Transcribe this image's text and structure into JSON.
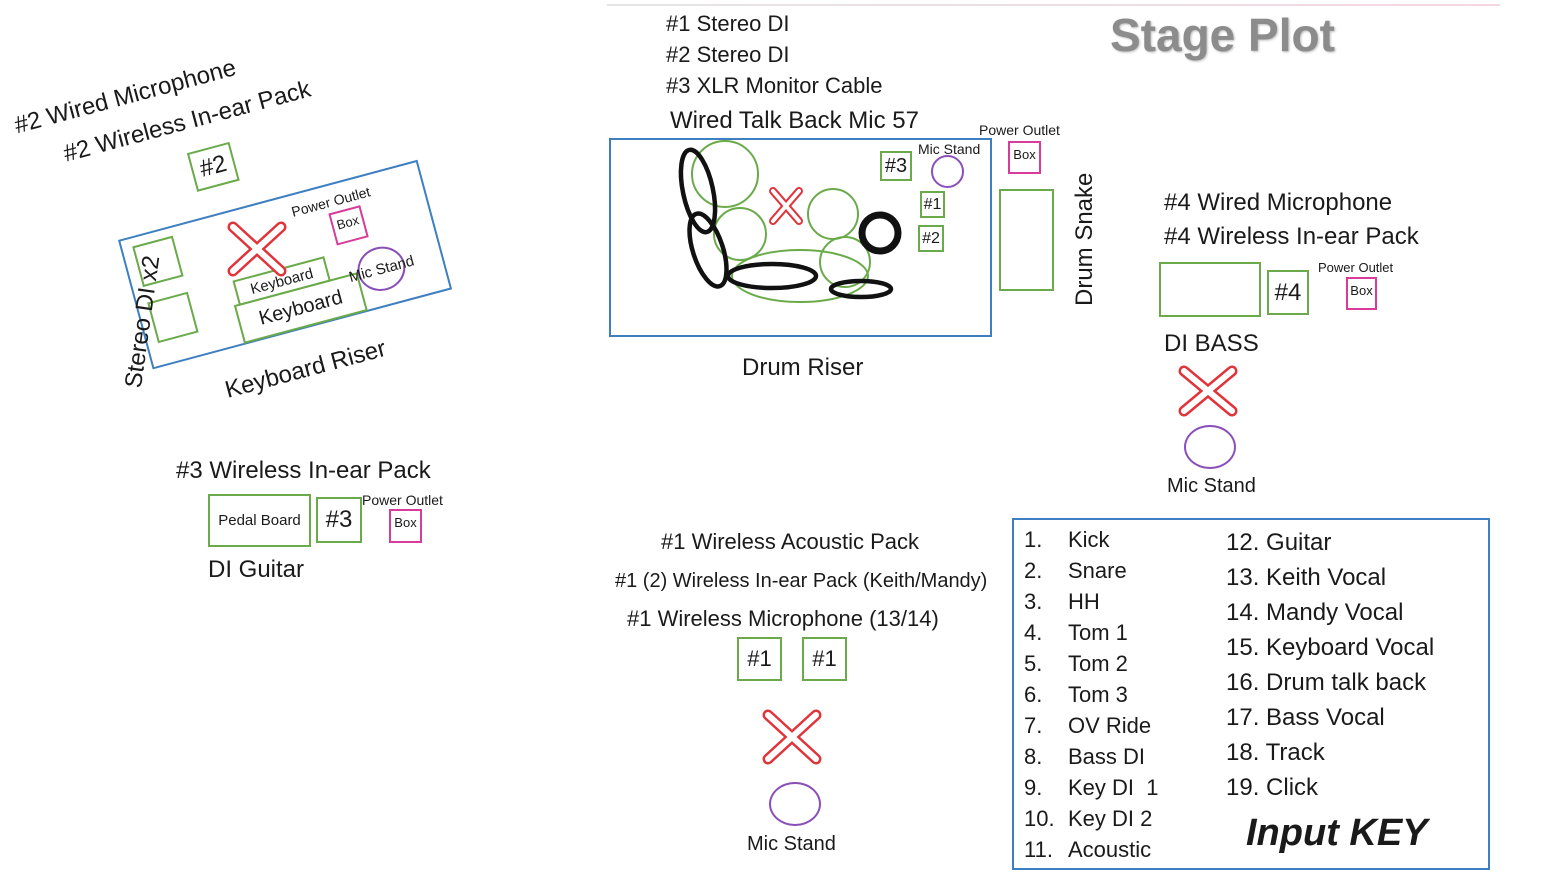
{
  "title": "Stage Plot",
  "drum": {
    "notes": [
      "#1 Stereo DI",
      "#2 Stereo DI",
      "#3 XLR Monitor Cable"
    ],
    "talkback": "Wired Talk Back Mic 57",
    "riser_label": "Drum Riser",
    "mic_stand": "Mic Stand",
    "box3": "#3",
    "box1": "#1",
    "box2": "#2",
    "power_outlet": "Power Outlet",
    "outlet_box": "Box",
    "snake": "Drum Snake"
  },
  "keys": {
    "line1": "#2 Wired Microphone",
    "line2": "#2 Wireless In-ear Pack",
    "box2": "#2",
    "power_outlet": "Power Outlet",
    "outlet_box": "Box",
    "keyboard1": "Keyboard",
    "keyboard2": "Keyboard",
    "mic_stand": "Mic Stand",
    "stereo_di": "Stereo DI x2",
    "riser_label": "Keyboard Riser"
  },
  "bass": {
    "line1": "#4 Wired Microphone",
    "line2": "#4 Wireless In-ear Pack",
    "box4": "#4",
    "power_outlet": "Power Outlet",
    "outlet_box": "Box",
    "di": "DI BASS",
    "mic_stand": "Mic Stand"
  },
  "guitar": {
    "pack": "#3 Wireless In-ear Pack",
    "pedal_board": "Pedal Board",
    "box3": "#3",
    "power_outlet": "Power Outlet",
    "outlet_box": "Box",
    "di": "DI Guitar"
  },
  "center": {
    "line1": "#1 Wireless Acoustic Pack",
    "line2": "#1 (2) Wireless In-ear Pack (Keith/Mandy)",
    "line3": "#1 Wireless Microphone (13/14)",
    "boxA": "#1",
    "boxB": "#1",
    "mic_stand": "Mic Stand"
  },
  "input_key": {
    "title": "Input KEY",
    "left": [
      {
        "n": "1.",
        "label": "Kick"
      },
      {
        "n": "2.",
        "label": "Snare"
      },
      {
        "n": "3.",
        "label": "HH"
      },
      {
        "n": "4.",
        "label": "Tom 1"
      },
      {
        "n": "5.",
        "label": "Tom 2"
      },
      {
        "n": "6.",
        "label": "Tom 3"
      },
      {
        "n": "7.",
        "label": "OV Ride"
      },
      {
        "n": "8.",
        "label": "Bass DI"
      },
      {
        "n": "9.",
        "label": "Key DI  1"
      },
      {
        "n": "10.",
        "label": "Key DI 2"
      },
      {
        "n": "11.",
        "label": "Acoustic"
      }
    ],
    "right": [
      "12. Guitar",
      "13. Keith Vocal",
      "14. Mandy Vocal",
      "15. Keyboard Vocal",
      "16. Drum talk back",
      "17. Bass Vocal",
      "18. Track",
      "19. Click"
    ]
  },
  "colors": {
    "green": "#6aaa4a",
    "magenta": "#d83b9a",
    "blue": "#3d7fc0",
    "red": "#e0343a",
    "purple": "#8a4fb8",
    "title_gray": "#8c8c8c"
  }
}
